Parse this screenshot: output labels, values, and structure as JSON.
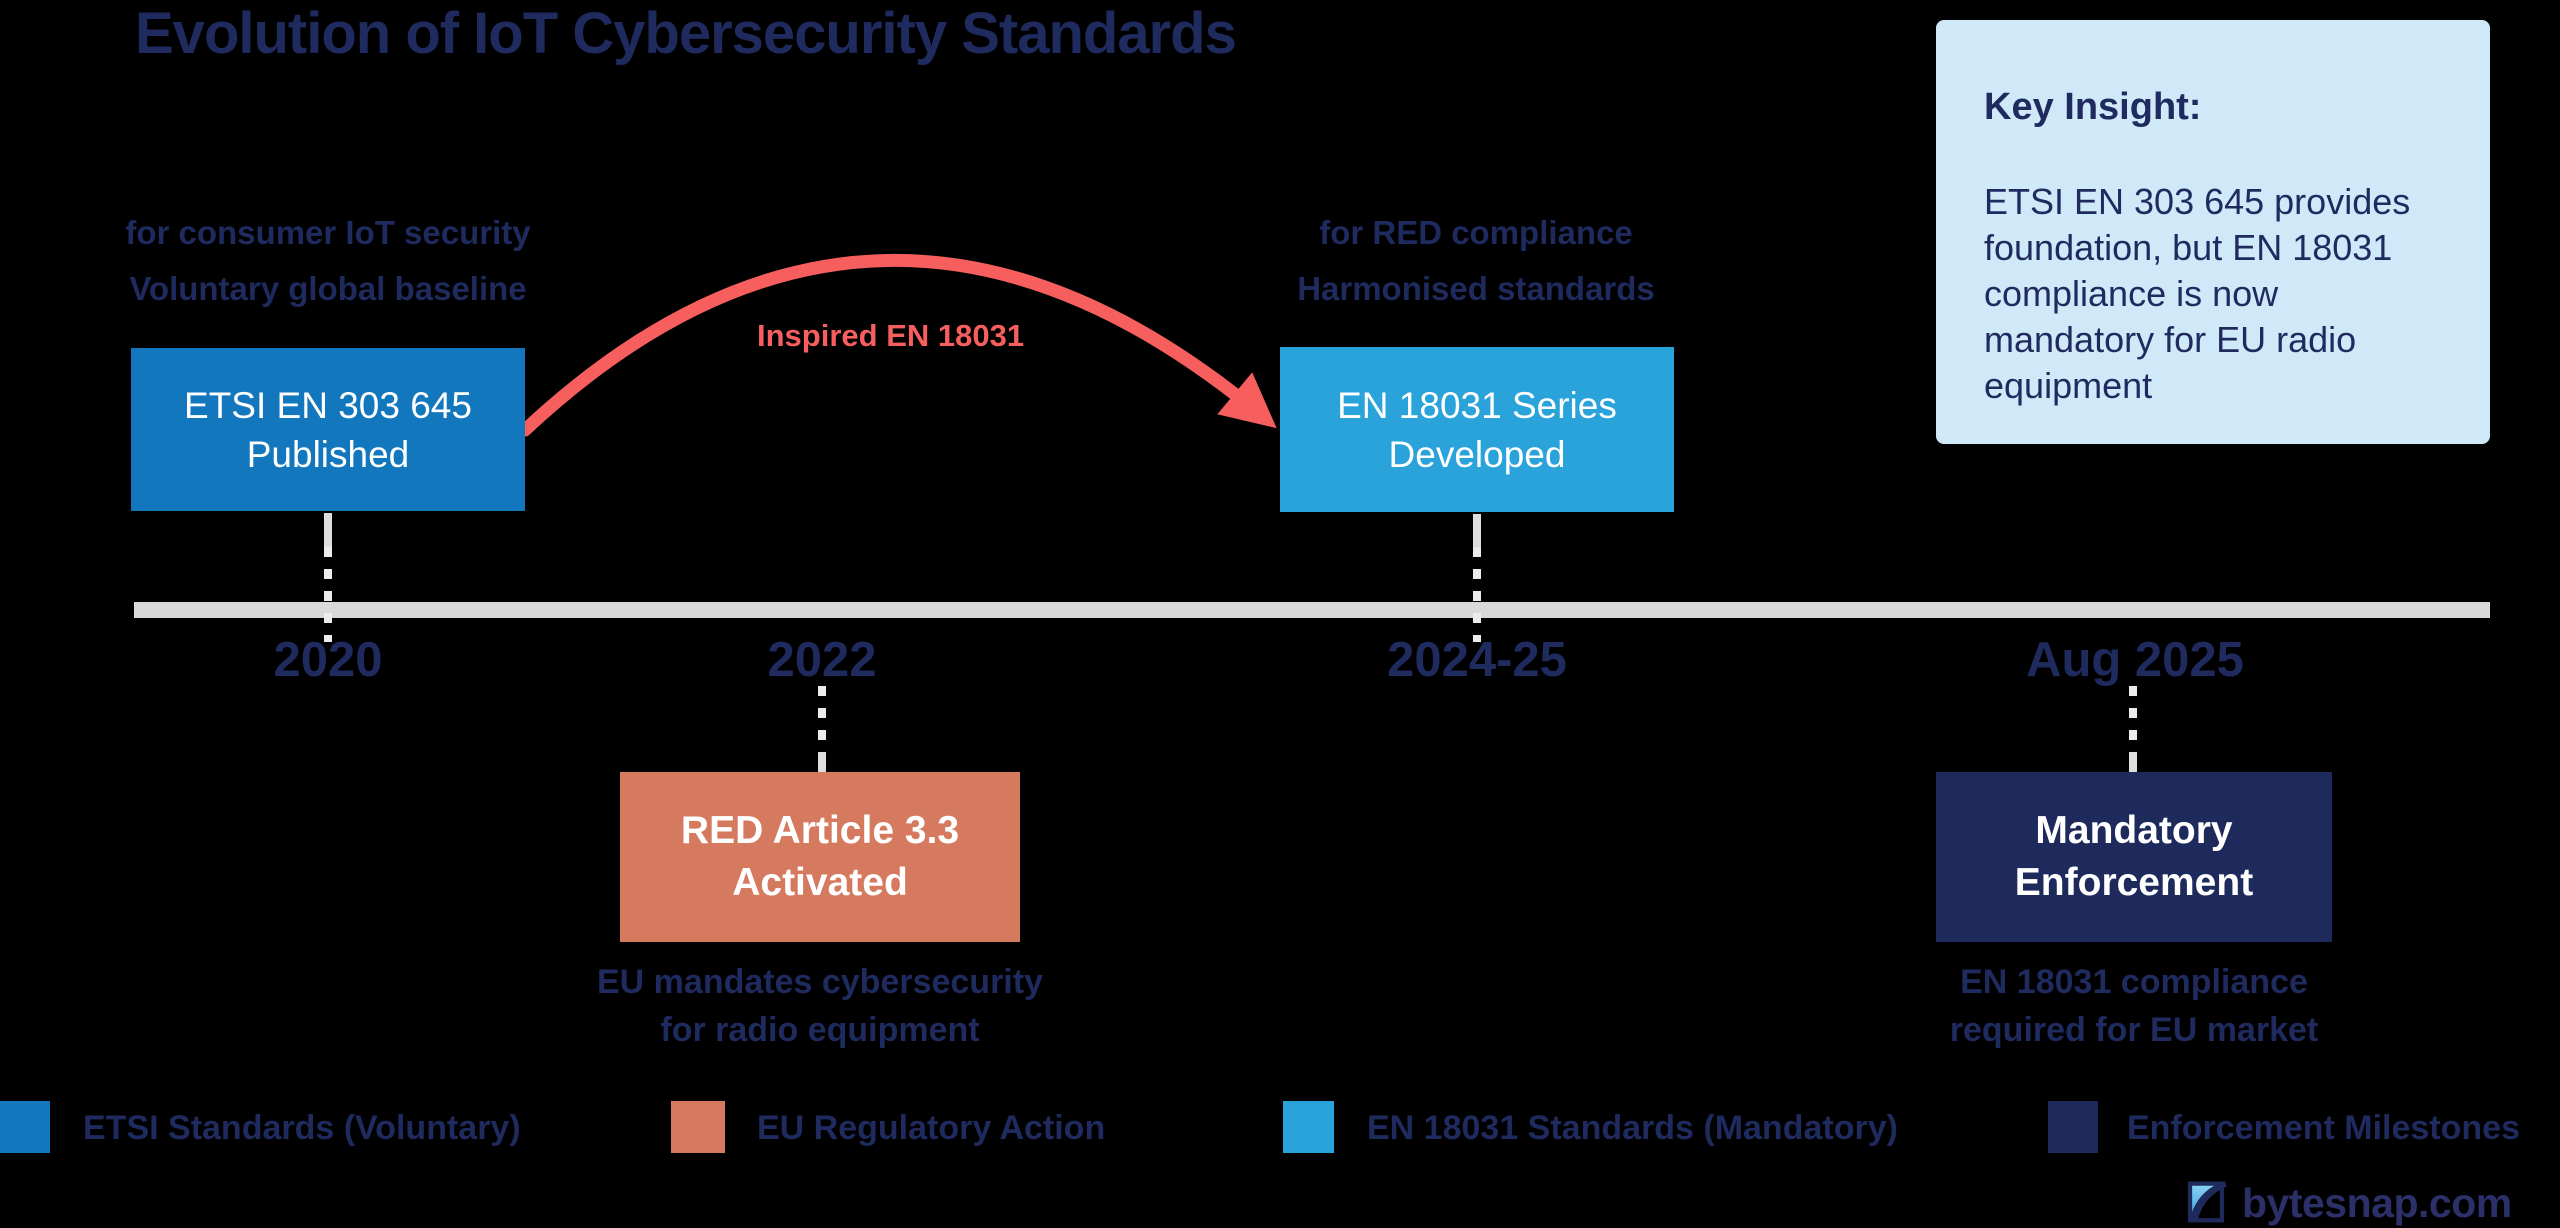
{
  "title": "Evolution of IoT Cybersecurity Standards",
  "arrow": {
    "label": "Inspired EN 18031",
    "color": "#f75f5f"
  },
  "events": {
    "etsi": {
      "line1": "ETSI EN 303 645",
      "line2": "Published",
      "note1": "for consumer IoT security",
      "note2": "Voluntary global baseline",
      "color": "#1277bd"
    },
    "en18031": {
      "line1": "EN 18031 Series",
      "line2": "Developed",
      "note1": "for RED compliance",
      "note2": "Harmonised standards",
      "color": "#2aa3db"
    },
    "red_article": {
      "line1": "RED Article 3.3",
      "line2": "Activated",
      "note1": "EU mandates cybersecurity",
      "note2": "for radio equipment",
      "color": "#d5795f"
    },
    "enforcement": {
      "line1": "Mandatory",
      "line2": "Enforcement",
      "note1": "EN 18031 compliance",
      "note2": "required for EU market",
      "color": "#1e2a5c"
    }
  },
  "key_insight": {
    "heading": "Key Insight:",
    "body": "ETSI EN 303 645 provides foundation, but EN 18031 compliance is now mandatory for EU radio equipment",
    "bg": "#cfe9f9"
  },
  "timeline": {
    "bar_color": "#d9d9d9",
    "dash_color": "#ececec",
    "ticks": [
      {
        "year": "2020"
      },
      {
        "year": "2022"
      },
      {
        "year": "2024-25"
      },
      {
        "year": "Aug 2025"
      }
    ]
  },
  "legend": [
    {
      "label": "ETSI Standards (Voluntary)",
      "color": "#1277bd"
    },
    {
      "label": "EU Regulatory Action",
      "color": "#d5795f"
    },
    {
      "label": "EN 18031 Standards (Mandatory)",
      "color": "#2aa3db"
    },
    {
      "label": "Enforcement Milestones",
      "color": "#1e2a5c"
    }
  ],
  "footer": {
    "site": "bytesnap.com"
  },
  "text_color": "#1f2a5e"
}
